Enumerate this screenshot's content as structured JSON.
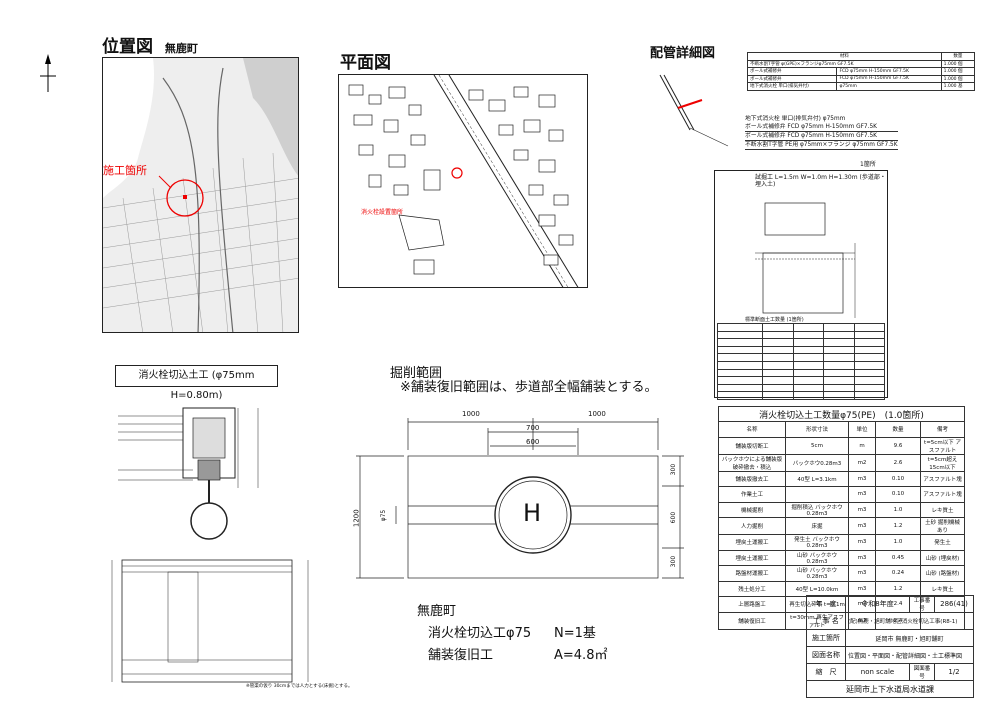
{
  "location_map": {
    "title": "位置図",
    "town": "無鹿町",
    "site_label": "施工箇所"
  },
  "plan": {
    "title": "平面図",
    "label": "消火栓設置箇所"
  },
  "detail": {
    "title": "配管詳細図"
  },
  "materials_top": {
    "headers": [
      "材料",
      "数量"
    ],
    "rows": [
      [
        "不断水割T字管 φ(GPE)×フランジφ75mm GF7.5K",
        "1.000 個"
      ],
      [
        "ボール式補修弁",
        "FCD φ75mm H-150mm GF7.5K",
        "1.000 個"
      ],
      [
        "ボール式補修弁",
        "FCD φ75mm H-150mm GF7.5K",
        "1.000 個"
      ],
      [
        "地下式消火栓 単口(排気弁付)",
        "φ75mm",
        "1.000 基"
      ]
    ]
  },
  "pipe_labels": [
    "地下式消火栓 単口(排気弁付) φ75mm",
    "ボール式補修弁 FCD φ75mm H-150mm GF7.5K",
    "ボール式補修弁 FCD φ75mm H-150mm GF7.5K",
    "不断水割T字管 PE用 φ75mm×フランジ φ75mm GF7.5K"
  ],
  "trial": {
    "count": "1箇所",
    "title": "試掘工 L=1.5m W=1.0m H=1.30m (歩道部・埋入土)",
    "subtable_title": "標準断面土工数量 (1箇所)"
  },
  "section": {
    "title": "消火栓切込土工 (φ75mm H=0.80m)"
  },
  "excavation": {
    "title": "掘削範囲",
    "note": "※舗装復旧範囲は、歩道部全幅舗装とする。",
    "dims": {
      "w_total": "1000",
      "w_total2": "1000",
      "w_inner": "700",
      "w_core": "600",
      "h_total": "1200",
      "h_right1": "300",
      "h_right2": "600",
      "h_right3": "300",
      "dia": "φ75"
    },
    "marker": "H"
  },
  "summary": {
    "town": "無鹿町",
    "items": [
      {
        "name": "消火栓切込工φ75",
        "qty": "N=1基"
      },
      {
        "name": "舗装復旧工",
        "qty": "A=4.8㎡"
      }
    ]
  },
  "quantity": {
    "title": "消火栓切込土工数量φ75(PE)　(1.0箇所)",
    "headers": [
      "名称",
      "形状寸法",
      "単位",
      "数量",
      "備考"
    ],
    "rows": [
      [
        "舗装版切断工",
        "5cm",
        "m",
        "9.6",
        "t=5cm以下 アスファルト"
      ],
      [
        "バックホウによる舗装版 破砕撤去・積込",
        "バックホウ0.28m3",
        "m2",
        "2.6",
        "t=5cm超え15cm以下"
      ],
      [
        "舗装版撤去工",
        "40型 L=3.1km",
        "m3",
        "0.10",
        "アスファルト塊"
      ],
      [
        "作業土工",
        "",
        "m3",
        "0.10",
        "アスファルト塊"
      ],
      [
        "機械掘削",
        "掘削積込 バックホウ0.28m3",
        "m3",
        "1.0",
        "レキ質土"
      ],
      [
        "人力掘削",
        "床掘",
        "m3",
        "1.2",
        "土砂 掘削機械あり"
      ],
      [
        "埋戻土運搬工",
        "発生土 バックホウ0.28m3",
        "m3",
        "1.0",
        "発生土"
      ],
      [
        "埋戻土運搬工",
        "山砂 バックホウ0.28m3",
        "m3",
        "0.45",
        "山砂 (埋戻材)"
      ],
      [
        "路盤材運搬工",
        "山砂 バックホウ0.28m3",
        "m3",
        "0.24",
        "山砂 (路盤材)"
      ],
      [
        "残土処分工",
        "40型 L=10.0km",
        "m3",
        "1.2",
        "レキ質土"
      ],
      [
        "上層路盤工",
        "再生切込砕石 t=0.1m",
        "m2",
        "2.4",
        ""
      ],
      [
        "舗装復旧工",
        "t=30mm 再生アスファルト",
        "m2",
        "2.4",
        ""
      ]
    ]
  },
  "title_block": {
    "rows": [
      {
        "label": "年　度",
        "value": "令和8年度",
        "label2": "工事番号",
        "value2": "286(41)"
      },
      {
        "label": "工 事 名",
        "value": "(配)無鹿・旭町舗地区消火栓切込工事(R8-1)"
      },
      {
        "label": "施工箇所",
        "value": "延岡市 無鹿町・旭町舗町"
      },
      {
        "label": "図面名称",
        "value": "位置図・平面図・配管詳細図・土工標準図"
      },
      {
        "label": "縮　尺",
        "value": "non scale",
        "label2": "図面番号",
        "value2": "1/2"
      }
    ],
    "org": "延岡市上下水道局水道課"
  },
  "footnote": "※管渠の仮り 30cmまでは人力とする(床掘)とする。"
}
